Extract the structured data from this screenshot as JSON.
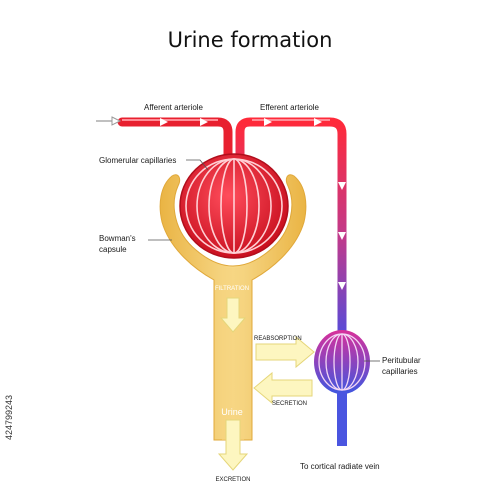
{
  "title": "Urine formation",
  "labels": {
    "afferent": "Afferent arteriole",
    "efferent": "Efferent arteriole",
    "glomerular": "Glomerular capillaries",
    "bowmans_line1": "Bowman's",
    "bowmans_line2": "capsule",
    "filtration": "FILTRATION",
    "reabsorption": "REABSORPTION",
    "secretion": "SECRETION",
    "peritubular_line1": "Peritubular",
    "peritubular_line2": "capillaries",
    "urine": "Urine",
    "excretion": "EXCRETION",
    "vein": "To cortical radiate vein"
  },
  "watermark": {
    "id": "424799243"
  },
  "colors": {
    "artery": "#e8202f",
    "artery_highlight": "#ff8c96",
    "tubule": "#f2c65c",
    "tubule_inner": "#f7d98a",
    "vein": "#5a4ad6",
    "arrow_fill": "#fdf6c0",
    "arrow_stroke": "#e5d67a"
  }
}
